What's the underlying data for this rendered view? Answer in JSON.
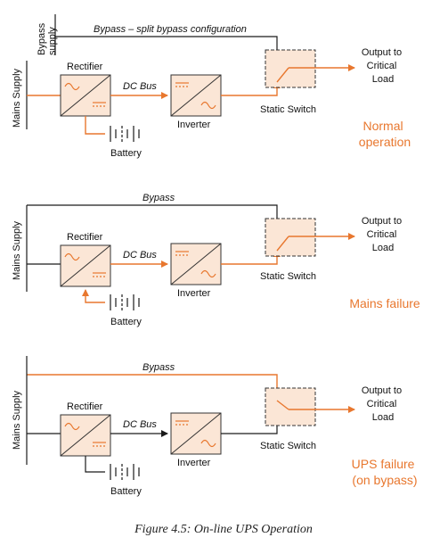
{
  "colors": {
    "accent": "#e8772e",
    "line": "#1a1a1a",
    "block_fill": "#fbe6d6"
  },
  "panels": [
    {
      "bypass_supply": "Bypass supply",
      "bypass_supply_l1": "Bypass",
      "bypass_supply_l2": "supply",
      "bypass": "Bypass – split bypass configuration",
      "mains": "Mains Supply",
      "rectifier": "Rectifier",
      "dc_bus": "DC Bus",
      "inverter": "Inverter",
      "battery": "Battery",
      "static_switch": "Static Switch",
      "output_l1": "Output to",
      "output_l2": "Critical",
      "output_l3": "Load",
      "mode_l1": "Normal",
      "mode_l2": "operation"
    },
    {
      "bypass": "Bypass",
      "mains": "Mains Supply",
      "rectifier": "Rectifier",
      "dc_bus": "DC Bus",
      "inverter": "Inverter",
      "battery": "Battery",
      "static_switch": "Static Switch",
      "output_l1": "Output to",
      "output_l2": "Critical",
      "output_l3": "Load",
      "mode_l1": "Mains failure"
    },
    {
      "bypass": "Bypass",
      "mains": "Mains Supply",
      "rectifier": "Rectifier",
      "dc_bus": "DC Bus",
      "inverter": "Inverter",
      "battery": "Battery",
      "static_switch": "Static Switch",
      "output_l1": "Output to",
      "output_l2": "Critical",
      "output_l3": "Load",
      "mode_l1": "UPS failure",
      "mode_l2": "(on bypass)"
    }
  ],
  "caption": "Figure 4.5:  On-line UPS Operation"
}
